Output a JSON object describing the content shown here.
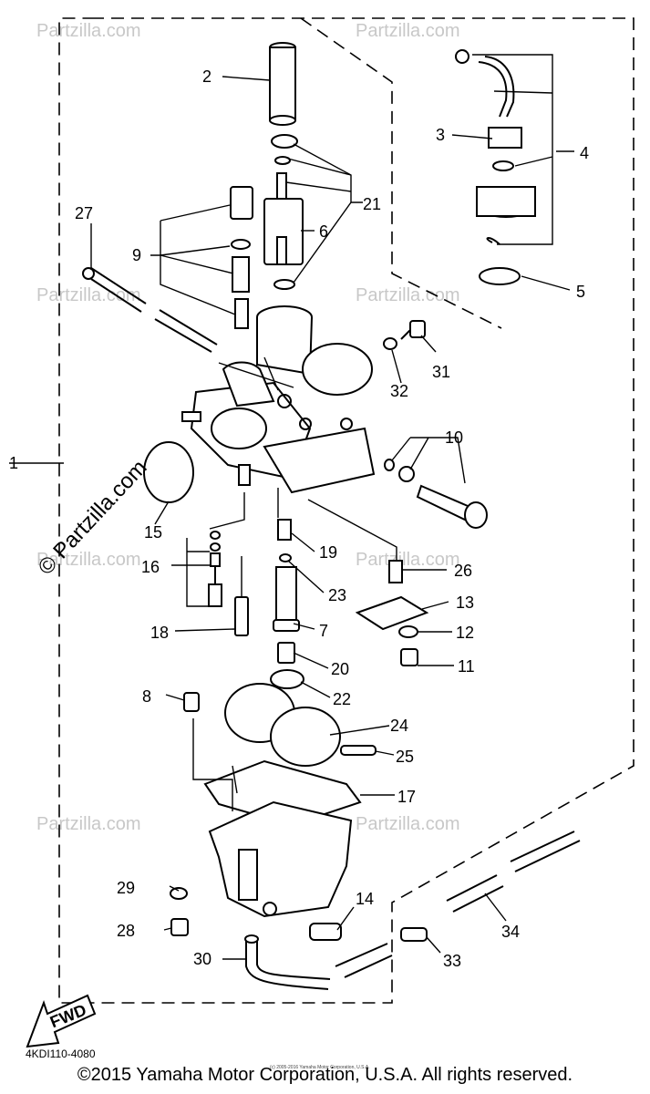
{
  "parts": [
    {
      "num": "1"
    },
    {
      "num": "2"
    },
    {
      "num": "3"
    },
    {
      "num": "4"
    },
    {
      "num": "5"
    },
    {
      "num": "6"
    },
    {
      "num": "7"
    },
    {
      "num": "8"
    },
    {
      "num": "9"
    },
    {
      "num": "10"
    },
    {
      "num": "11"
    },
    {
      "num": "12"
    },
    {
      "num": "13"
    },
    {
      "num": "14"
    },
    {
      "num": "15"
    },
    {
      "num": "16"
    },
    {
      "num": "17"
    },
    {
      "num": "18"
    },
    {
      "num": "19"
    },
    {
      "num": "20"
    },
    {
      "num": "21"
    },
    {
      "num": "22"
    },
    {
      "num": "23"
    },
    {
      "num": "24"
    },
    {
      "num": "25"
    },
    {
      "num": "26"
    },
    {
      "num": "27"
    },
    {
      "num": "28"
    },
    {
      "num": "29"
    },
    {
      "num": "30"
    },
    {
      "num": "31"
    },
    {
      "num": "32"
    },
    {
      "num": "33"
    },
    {
      "num": "34"
    }
  ],
  "fwd_label": "FWD",
  "diagram_code": "4KDI110-4080",
  "watermark": "© Partzilla.com",
  "watermark_light": "Partzilla.com",
  "inner_notice": "(c) 2005-2016 Yamaha Motor Corporation, U.S.A.",
  "copyright": "©2015 Yamaha Motor Corporation, U.S.A. All rights reserved."
}
